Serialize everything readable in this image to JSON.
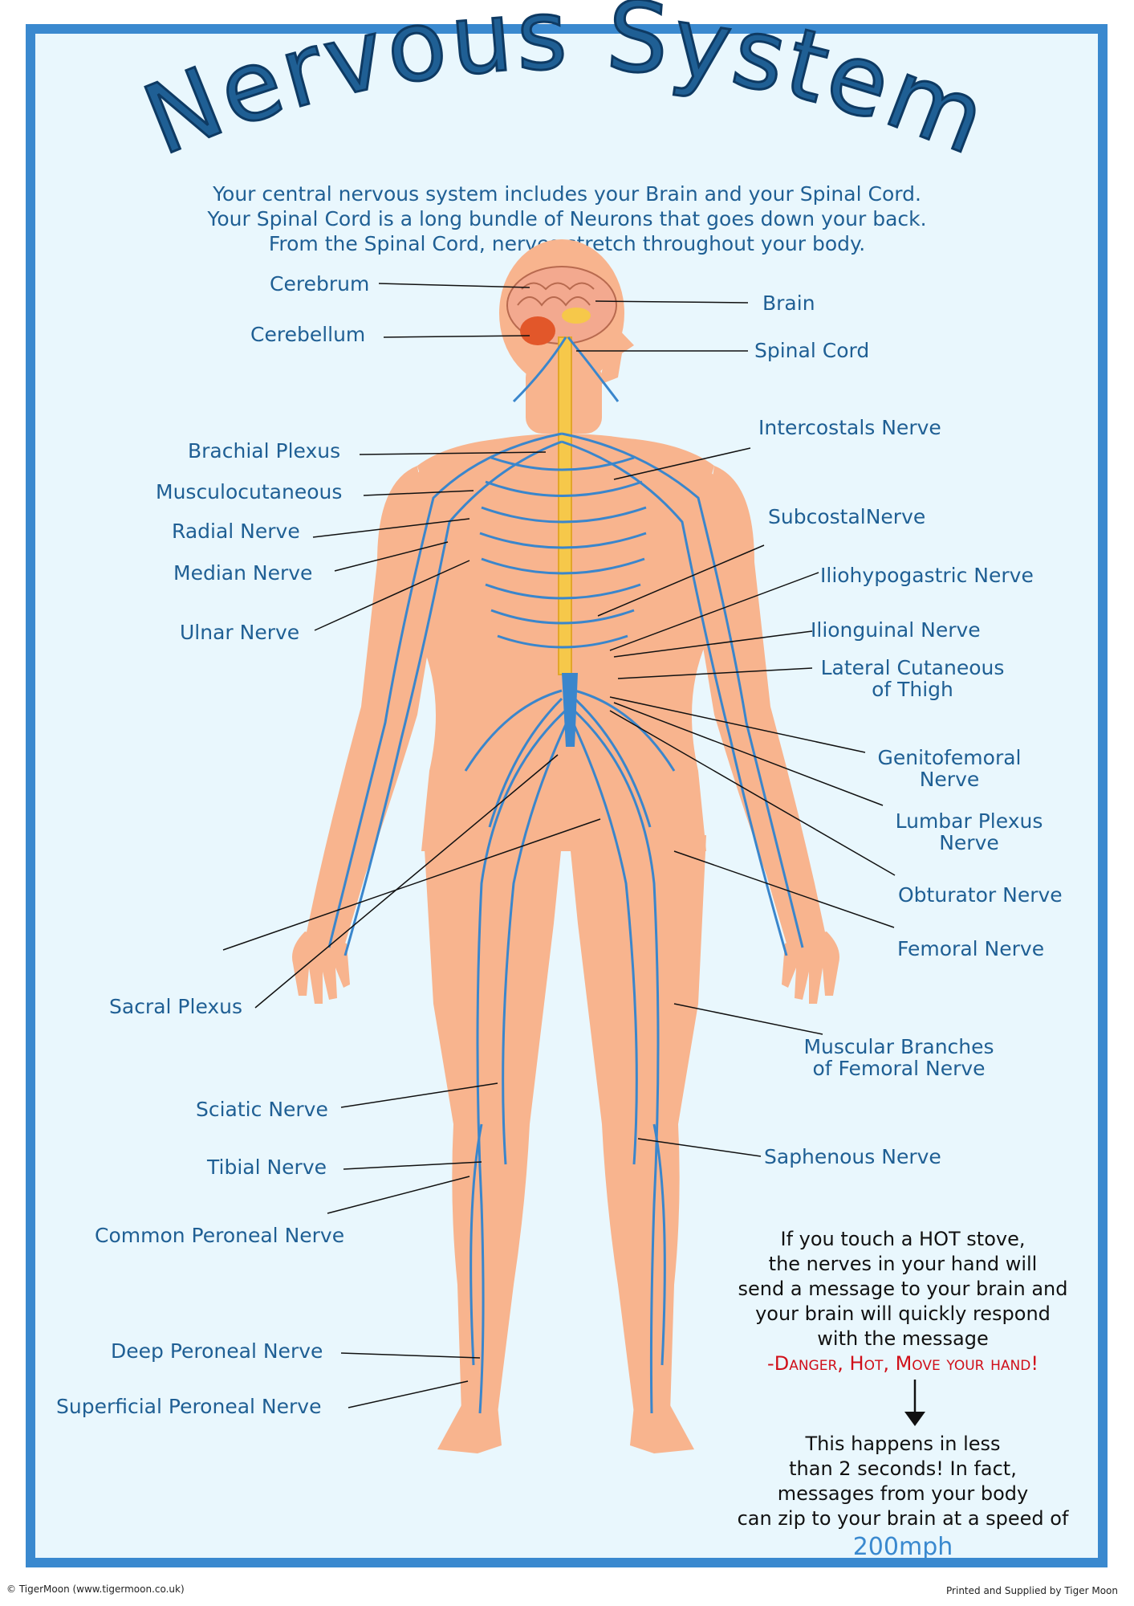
{
  "title": "Nervous System",
  "intro": [
    "Your central nervous system includes your Brain and your Spinal Cord.",
    "Your Spinal Cord is a long bundle of Neurons that goes down your back.",
    "From the Spinal Cord, nerves stretch throughout your body."
  ],
  "labels_left": {
    "cerebrum": "Cerebrum",
    "cerebellum": "Cerebellum",
    "brachial_plexus": "Brachial Plexus",
    "musculocutaneous": "Musculocutaneous",
    "radial_nerve": "Radial Nerve",
    "median_nerve": "Median Nerve",
    "ulnar_nerve": "Ulnar Nerve",
    "sacral_plexus": "Sacral Plexus",
    "sciatic_nerve": "Sciatic Nerve",
    "tibial_nerve": "Tibial Nerve",
    "common_peroneal_nerve": "Common Peroneal Nerve",
    "deep_peroneal_nerve": "Deep Peroneal Nerve",
    "superficial_peroneal_nerve": "Superficial Peroneal Nerve"
  },
  "labels_right": {
    "brain": "Brain",
    "spinal_cord": "Spinal Cord",
    "intercostals_nerve": "Intercostals Nerve",
    "subcostal_nerve": "SubcostalNerve",
    "iliohypogastric_nerve": "Iliohypogastric Nerve",
    "ilioinguinal_nerve": "Ilionguinal Nerve",
    "lateral_cutaneous_1": "Lateral Cutaneous",
    "lateral_cutaneous_2": "of Thigh",
    "genitofemoral_1": "Genitofemoral",
    "genitofemoral_2": "Nerve",
    "lumbar_plexus_1": "Lumbar Plexus",
    "lumbar_plexus_2": "Nerve",
    "obturator_nerve": "Obturator Nerve",
    "femoral_nerve": "Femoral  Nerve",
    "muscular_branches_1": "Muscular Branches",
    "muscular_branches_2": "of Femoral Nerve",
    "saphenous_nerve": "Saphenous Nerve"
  },
  "fact": {
    "lines": [
      "If you touch a HOT stove,",
      "the nerves in your hand will",
      "send a message to your brain and",
      "your brain will quickly respond",
      "with the message"
    ],
    "danger": "-Danger, Hot, Move your hand!",
    "after": [
      "This happens in less",
      "than 2 seconds! In fact,",
      "messages from your body",
      "can zip to your brain at a speed of"
    ],
    "speed": "200mph"
  },
  "footer": {
    "left": "© TigerMoon (www.tigermoon.co.uk)",
    "right": "Printed and Supplied by Tiger Moon"
  },
  "colors": {
    "frame": "#3a89cf",
    "background": "#e9f7fd",
    "title": "#1f5f94",
    "body": "#f8b48e",
    "nerve": "#3a86cc",
    "spinal_cord": "#f6c84a",
    "danger": "#d0101a"
  }
}
